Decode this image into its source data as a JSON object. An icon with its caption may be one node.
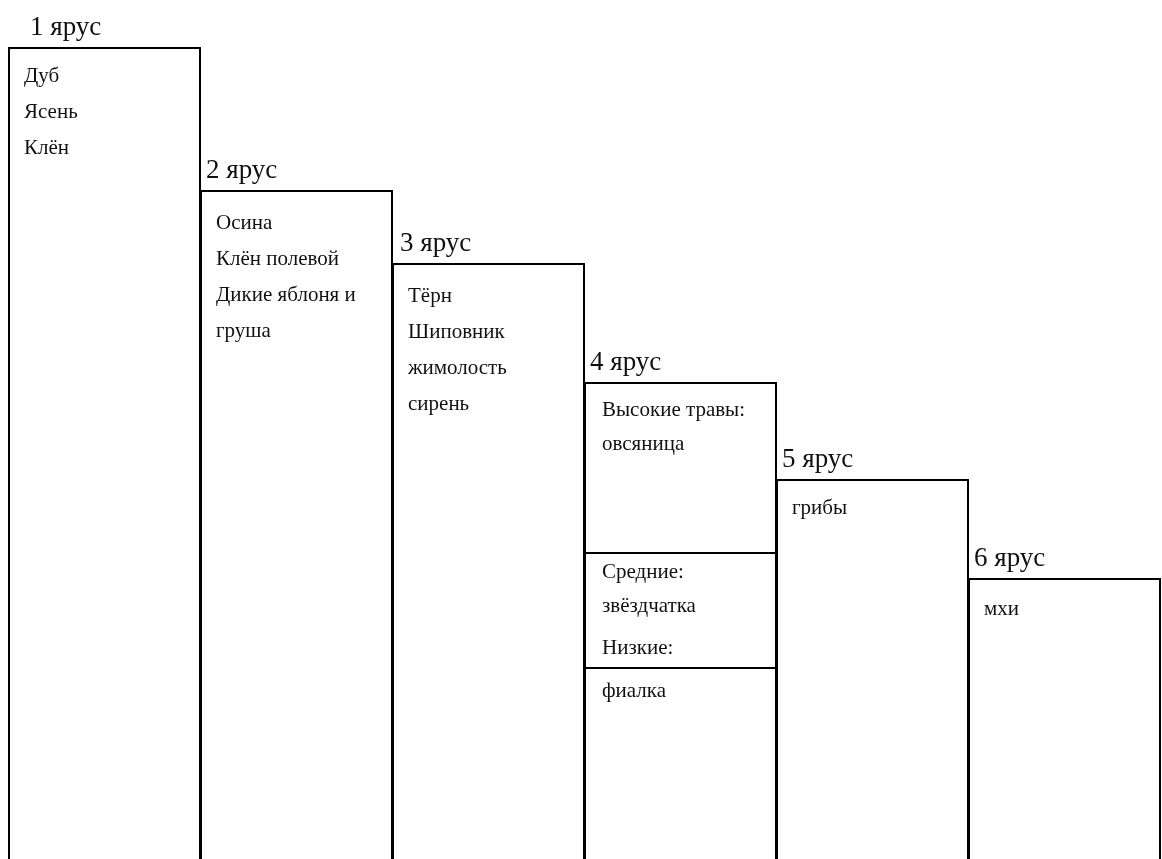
{
  "diagram": {
    "nodes": [
      {
        "text": [
          "1 ярус",
          "Дуб",
          "Ясень",
          "Клён"
        ]
      },
      {
        "text": [
          "2 ярус",
          "Осина",
          "Клён полевой",
          "Дикие яблоня и груша"
        ]
      },
      {
        "text": [
          "3 ярус",
          "Тёрн",
          "Шиповник",
          "жимолость",
          "сирень"
        ]
      },
      {
        "text": [
          "4 ярус"
        ]
      },
      {
        "text": [
          "Высокие травы: овсяница"
        ],
        "in": 3
      },
      {
        "text": [
          "Средние: звёздчатка",
          "Низкие:"
        ],
        "in": 3
      },
      {
        "text": [
          "фиалка"
        ],
        "in": 3
      },
      {
        "text": [
          "5 ярус",
          "грибы"
        ]
      },
      {
        "text": [
          "6 ярус",
          "мхи"
        ]
      }
    ]
  }
}
